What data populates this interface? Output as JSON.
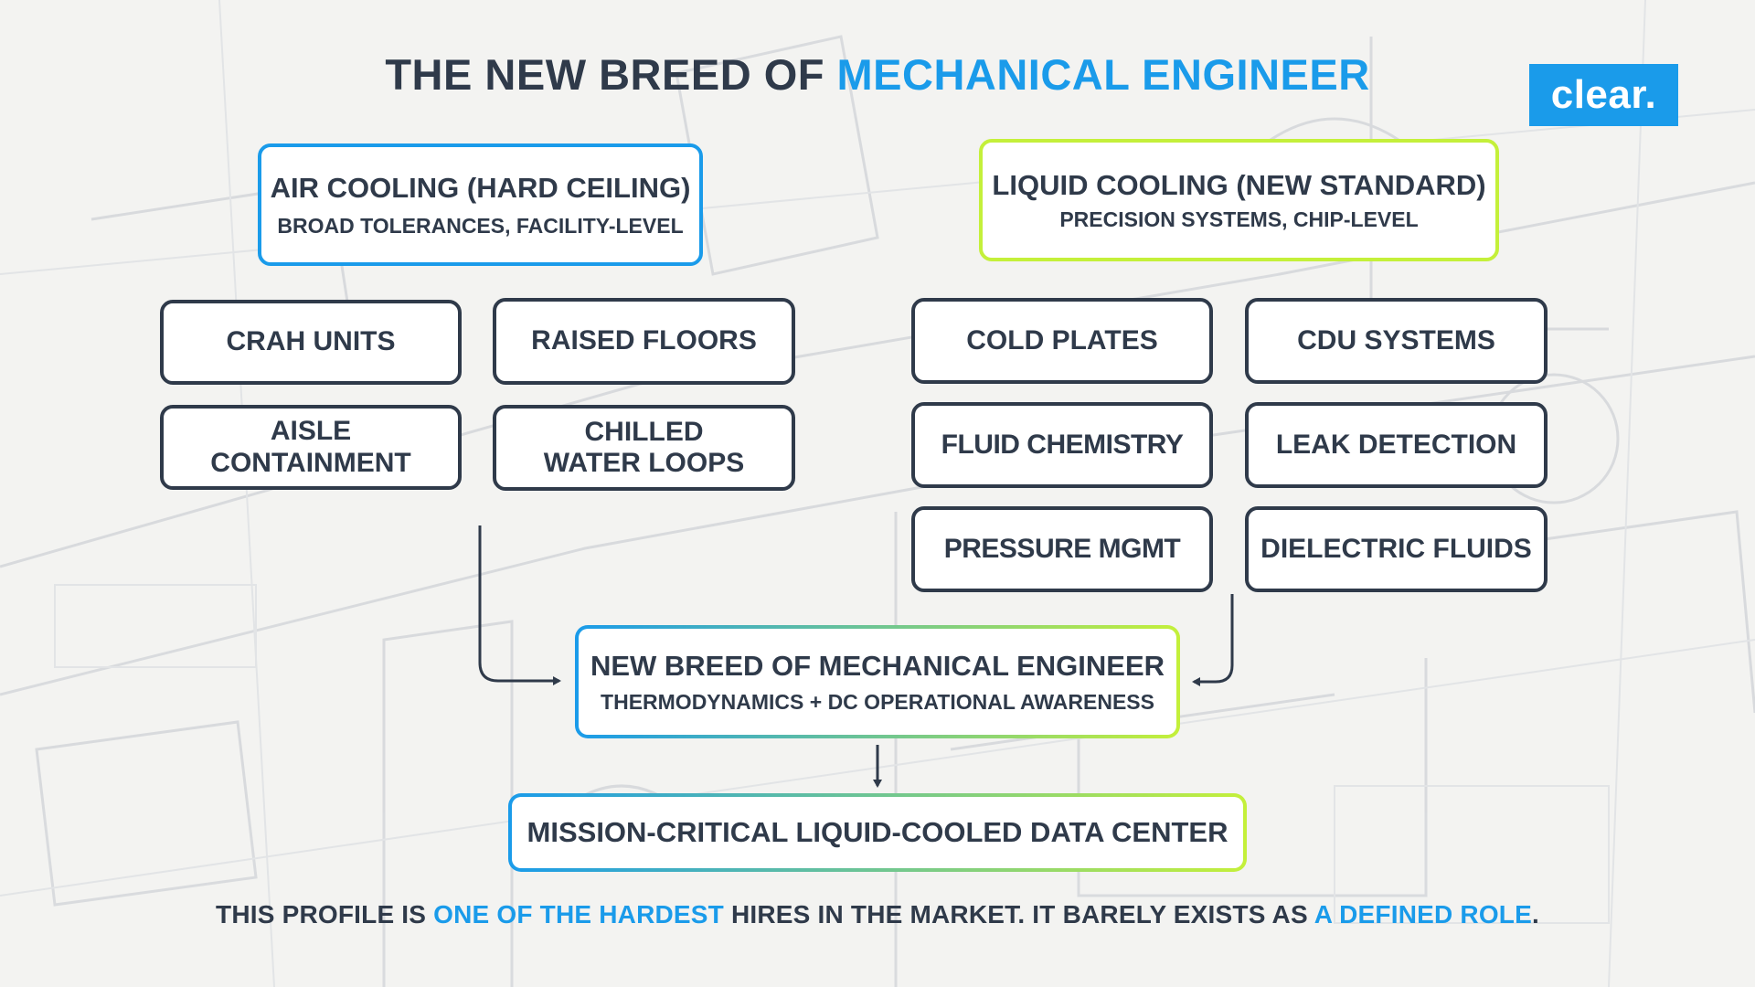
{
  "title": {
    "prefix": "THE NEW BREED OF ",
    "highlight": "MECHANICAL ENGINEER"
  },
  "logo": {
    "text": "clear."
  },
  "air_cooling": {
    "heading": "AIR COOLING (HARD CEILING)",
    "subheading": "BROAD TOLERANCES, FACILITY-LEVEL",
    "items": [
      {
        "line1": "CRAH UNITS",
        "line2": ""
      },
      {
        "line1": "RAISED FLOORS",
        "line2": ""
      },
      {
        "line1": "AISLE",
        "line2": "CONTAINMENT"
      },
      {
        "line1": "CHILLED",
        "line2": "WATER LOOPS"
      }
    ]
  },
  "liquid_cooling": {
    "heading": "LIQUID COOLING (NEW STANDARD)",
    "subheading": "PRECISION SYSTEMS, CHIP-LEVEL",
    "items": [
      {
        "label": "COLD PLATES"
      },
      {
        "label": "CDU SYSTEMS"
      },
      {
        "label": "FLUID CHEMISTRY"
      },
      {
        "label": "LEAK DETECTION"
      },
      {
        "label": "PRESSURE MGMT"
      },
      {
        "label": "DIELECTRIC FLUIDS"
      }
    ]
  },
  "engineer": {
    "heading": "NEW BREED OF MECHANICAL ENGINEER",
    "subheading": "THERMODYNAMICS + DC OPERATIONAL AWARENESS"
  },
  "outcome": {
    "label": "MISSION-CRITICAL LIQUID-COOLED DATA CENTER"
  },
  "footer": {
    "part1": "THIS PROFILE IS ",
    "highlight1": "ONE OF THE HARDEST",
    "part2": " HIRES IN THE MARKET. IT BARELY EXISTS AS ",
    "highlight2": "A DEFINED ROLE",
    "part3": "."
  },
  "colors": {
    "accent_blue": "#1a9bea",
    "accent_green": "#c4f03a",
    "text_dark": "#2f3a4a",
    "background": "#f3f3f1"
  },
  "icons": {
    "arrow_left_branch": "arrow-right-icon",
    "arrow_right_branch": "arrow-left-icon",
    "arrow_down": "arrow-down-icon"
  }
}
